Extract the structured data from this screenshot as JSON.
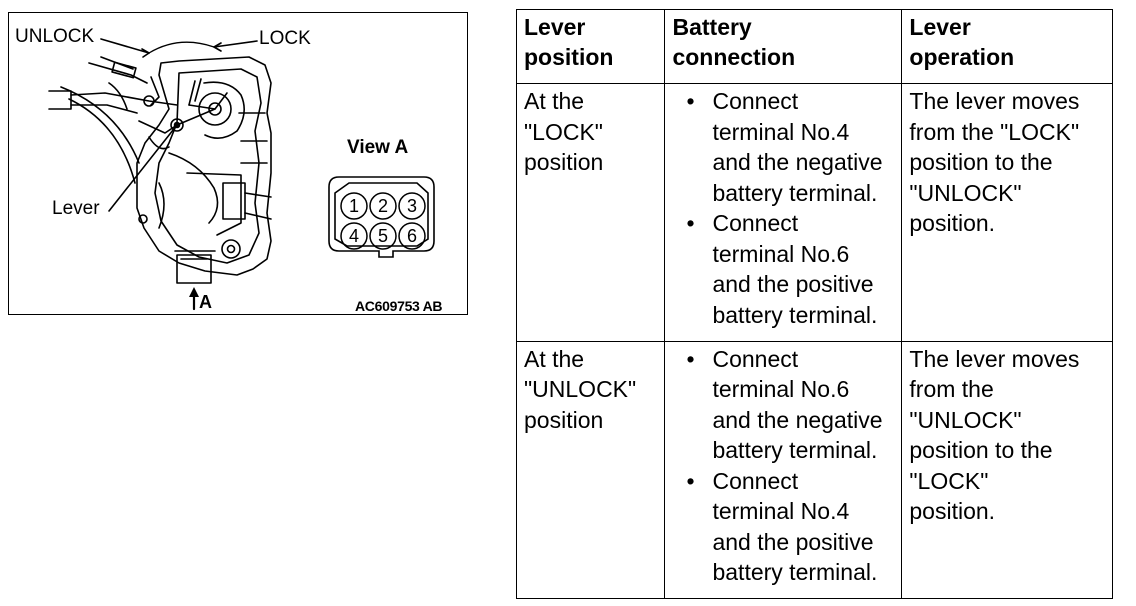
{
  "figure": {
    "label_unlock": "UNLOCK",
    "label_lock": "LOCK",
    "label_lever": "Lever",
    "label_view": "View A",
    "label_arrow": "A",
    "figure_code": "AC609753 AB",
    "connector_pins": [
      "1",
      "2",
      "3",
      "4",
      "5",
      "6"
    ]
  },
  "table": {
    "headers": [
      "Lever\nposition",
      "Battery\nconnection",
      "Lever\noperation"
    ],
    "rows": [
      {
        "lever_position": "At the\n\"LOCK\"\nposition",
        "battery_connection": [
          "Connect\nterminal No.4\nand the negative\nbattery terminal.",
          "Connect\nterminal No.6\nand the positive\nbattery terminal."
        ],
        "lever_operation": "The lever moves\nfrom the \"LOCK\"\nposition to the\n\"UNLOCK\"\nposition."
      },
      {
        "lever_position": "At the\n\"UNLOCK\"\nposition",
        "battery_connection": [
          "Connect\nterminal No.6\nand the negative\nbattery terminal.",
          "Connect\nterminal No.4\nand the positive\nbattery terminal."
        ],
        "lever_operation": "The lever moves\nfrom the\n\"UNLOCK\"\nposition to the\n\"LOCK\"\nposition."
      }
    ]
  }
}
